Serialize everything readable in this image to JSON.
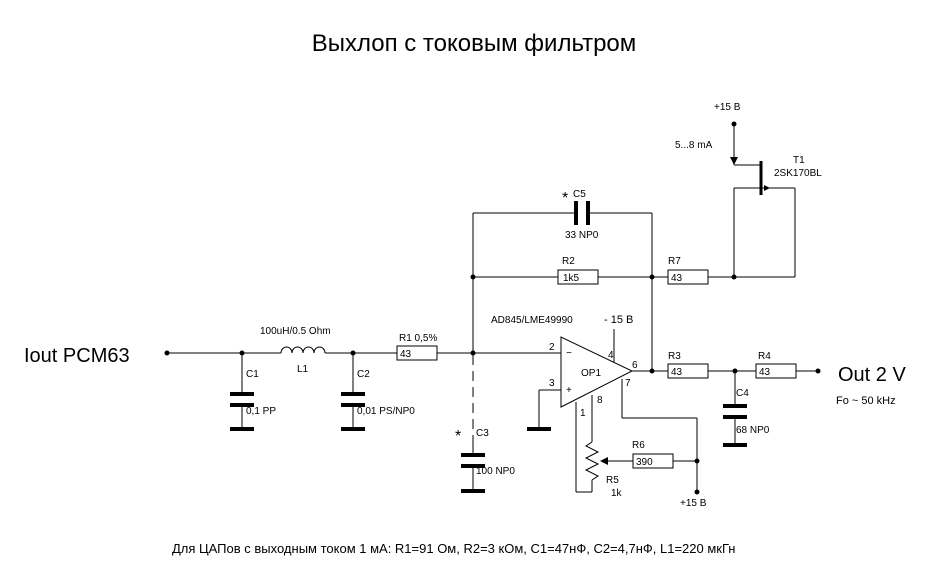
{
  "title": "Выхлоп с токовым фильтром",
  "input_label": "Iout PCM63",
  "output_label": "Out 2 V",
  "output_freq": "Fo ~ 50 kHz",
  "opamp": {
    "name": "OP1",
    "part": "AD845/LME49990",
    "neg_supply": "- 15 В",
    "pin2": "2",
    "pin3": "3",
    "pin4": "4",
    "pin6": "6",
    "pin7": "7",
    "pin8": "8",
    "pin1": "1",
    "minus": "−",
    "plus": "+"
  },
  "jfet": {
    "name": "T1",
    "part": "2SK170BL",
    "supply": "+15 В",
    "current": "5...8 mA"
  },
  "trim_supply": "+15 В",
  "components": {
    "L1": {
      "name": "L1",
      "value": "100uH/0.5 Ohm"
    },
    "C1": {
      "name": "C1",
      "value": "0,1 PP"
    },
    "C2": {
      "name": "C2",
      "value": "0,01 PS/NP0"
    },
    "C3": {
      "name": "C3",
      "value": "100 NP0"
    },
    "C4": {
      "name": "C4",
      "value": "68 NP0"
    },
    "C5": {
      "name": "C5",
      "value": "33 NP0"
    },
    "R1": {
      "name": "R1 0,5%",
      "value": "43"
    },
    "R2": {
      "name": "R2",
      "value": "1k5"
    },
    "R3": {
      "name": "R3",
      "value": "43"
    },
    "R4": {
      "name": "R4",
      "value": "43"
    },
    "R5": {
      "name": "R5",
      "value": "1k"
    },
    "R6": {
      "name": "R6",
      "value": "390"
    },
    "R7": {
      "name": "R7",
      "value": "43"
    }
  },
  "markers": {
    "c3_star": "*",
    "c5_star": "*"
  },
  "footnote": "Для ЦАПов с выходным током 1 мА: R1=91 Ом, R2=3 кОм, C1=47нФ, C2=4,7нФ, L1=220 мкГн"
}
